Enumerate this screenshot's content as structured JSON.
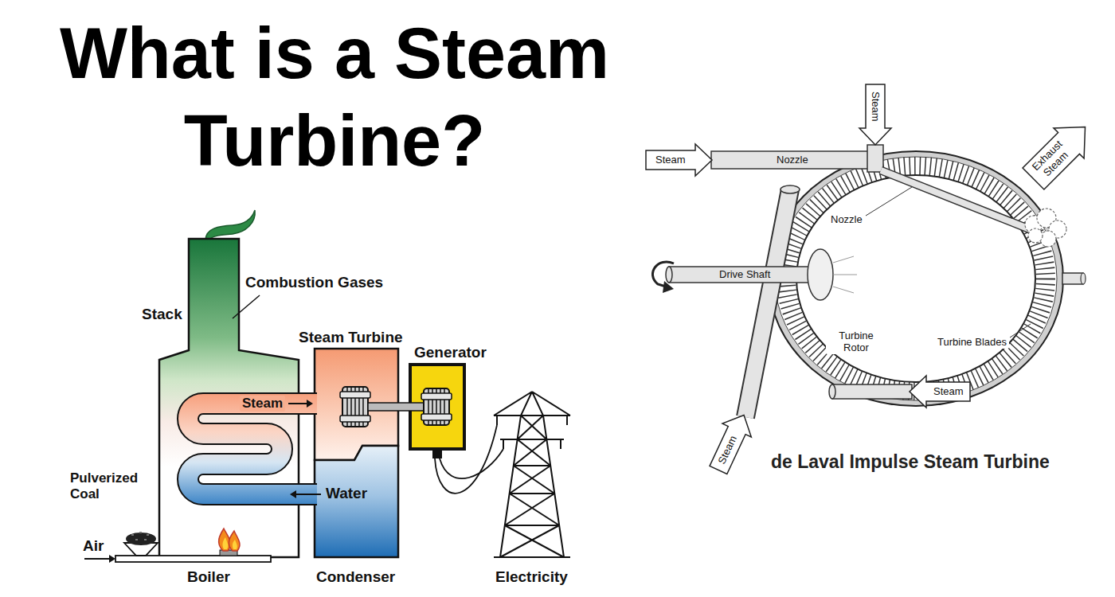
{
  "diagram": {
    "title": "What is a Steam Turbine?",
    "caption": "de Laval Impulse Steam Turbine",
    "nodes": [
      {
        "text": [
          "Steam"
        ]
      },
      {
        "text": [
          "Steam"
        ]
      },
      {
        "text": [
          "Exhaust Steam"
        ]
      },
      {
        "text": [
          "Steam"
        ]
      },
      {
        "text": [
          "Steam"
        ]
      }
    ],
    "labels": [
      "Stack",
      "Combustion Gases",
      "Steam Turbine",
      "Generator",
      "Steam",
      "Water",
      "Pulverized Coal",
      "Air",
      "Boiler",
      "Condenser",
      "Electricity",
      "Nozzle",
      "Nozzle",
      "Drive Shaft",
      "Turbine Rotor",
      "Turbine Blades"
    ]
  }
}
